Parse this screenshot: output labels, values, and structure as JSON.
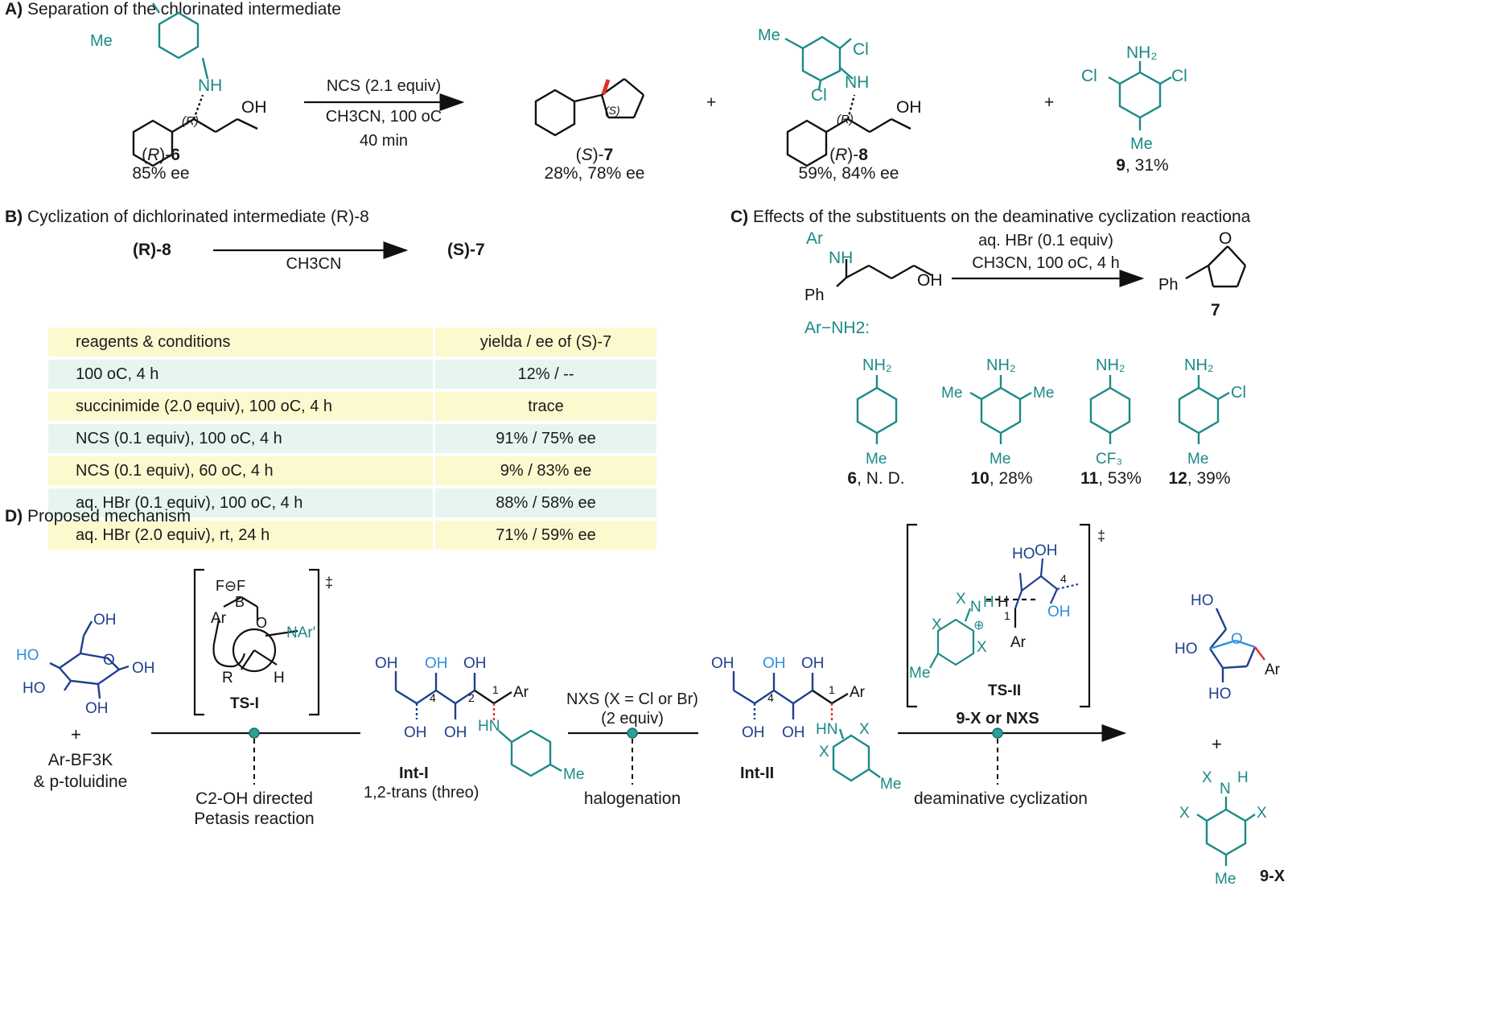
{
  "colors": {
    "teal": "#1a8a86",
    "blue": "#1f3f8f",
    "light_blue": "#2f8fe0",
    "red": "#e0302a",
    "row_yellow": "#fdf9cf",
    "row_green": "#e6f6ef"
  },
  "sectionA": {
    "letter": "A)",
    "title": "Separation of the chlorinated intermediate",
    "conditions": [
      "NCS (2.1 equiv)",
      "CH3CN, 100 oC",
      "40 min"
    ],
    "plus": "+",
    "compounds": [
      {
        "pre": "(",
        "italic": "R",
        "post": ")-",
        "bold": "6",
        "sub": "85% ee"
      },
      {
        "pre": "(",
        "italic": "S",
        "post": ")-",
        "bold": "7",
        "sub": "28%, 78% ee"
      },
      {
        "pre": "(",
        "italic": "R",
        "post": ")-",
        "bold": "8",
        "sub": "59%, 84% ee"
      },
      {
        "bold": "9",
        "post": ", 31%"
      }
    ]
  },
  "sectionB": {
    "letter": "B)",
    "title": "Cyclization of dichlorinated intermediate (R)-8",
    "left": "(R)-8",
    "right": "(S)-7",
    "solvent": "CH3CN",
    "headers": [
      "reagents & conditions",
      "yielda / ee of (S)-7"
    ],
    "rows": [
      [
        "100 oC, 4 h",
        "12% / --"
      ],
      [
        "succinimide (2.0 equiv), 100 oC, 4 h",
        "trace"
      ],
      [
        "NCS (0.1 equiv), 100 oC, 4 h",
        "91% / 75% ee"
      ],
      [
        "NCS (0.1 equiv), 60 oC, 4 h",
        "9% / 83% ee"
      ],
      [
        "aq. HBr (0.1 equiv), 100 oC, 4 h",
        "88% / 58% ee"
      ],
      [
        "aq. HBr (2.0 equiv), rt, 24 h",
        "71% / 59% ee"
      ]
    ]
  },
  "sectionC": {
    "letter": "C)",
    "title": "Effects of the substituents on the deaminative cyclization reactiona",
    "conditions": [
      "aq. HBr (0.1 equiv)",
      "CH3CN, 100 oC, 4 h"
    ],
    "product": "7",
    "amine_label": "Ar−NH2:",
    "amines": [
      {
        "bold": "6",
        "post": ", N. D."
      },
      {
        "bold": "10",
        "post": ", 28%"
      },
      {
        "bold": "11",
        "post": ", 53%"
      },
      {
        "bold": "12",
        "post": ", 39%"
      }
    ]
  },
  "sectionD": {
    "letter": "D)",
    "title": "Proposed mechanism",
    "start_line1": "Ar-BF3K",
    "start_line2": "& p-toluidine",
    "ts1": "TS-I",
    "ts2": "TS-II",
    "dagger": "‡",
    "int1": "Int-I",
    "int1_desc": "1,2-trans (threo)",
    "int2": "Int-II",
    "step1": [
      "C2-OH directed",
      "Petasis reaction"
    ],
    "step2_conditions": [
      "NXS (X = Cl or Br)",
      "(2 equiv)"
    ],
    "step2": "halogenation",
    "step3_conditions": "9-X or NXS",
    "step3": "deaminative cyclization",
    "byproduct": "9-X"
  }
}
